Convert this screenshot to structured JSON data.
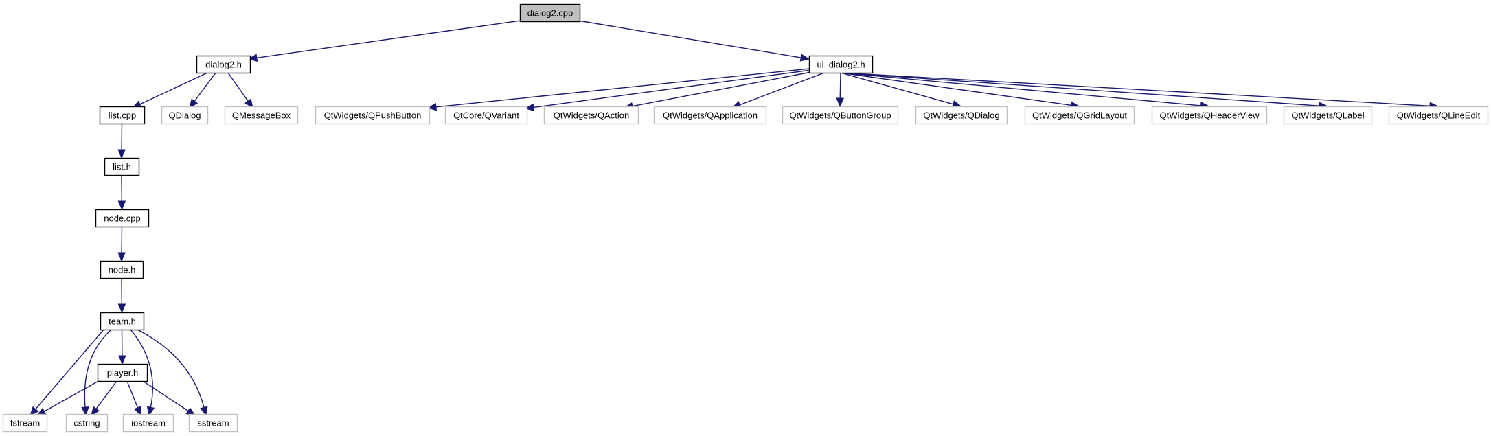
{
  "diagram": {
    "colors": {
      "edge": "#191970",
      "local_border": "#000000",
      "external_border": "#bfbfbf",
      "root_fill": "#bfbfbf"
    },
    "nodes": [
      {
        "id": "dialog2_cpp",
        "label": "dialog2.cpp",
        "kind": "root"
      },
      {
        "id": "dialog2_h",
        "label": "dialog2.h",
        "kind": "local"
      },
      {
        "id": "ui_dialog2_h",
        "label": "ui_dialog2.h",
        "kind": "local"
      },
      {
        "id": "list_cpp",
        "label": "list.cpp",
        "kind": "local"
      },
      {
        "id": "qdialog",
        "label": "QDialog",
        "kind": "external"
      },
      {
        "id": "qmessagebox",
        "label": "QMessageBox",
        "kind": "external"
      },
      {
        "id": "qw_qpushbutton",
        "label": "QtWidgets/QPushButton",
        "kind": "external"
      },
      {
        "id": "qc_qvariant",
        "label": "QtCore/QVariant",
        "kind": "external"
      },
      {
        "id": "qw_qaction",
        "label": "QtWidgets/QAction",
        "kind": "external"
      },
      {
        "id": "qw_qapplication",
        "label": "QtWidgets/QApplication",
        "kind": "external"
      },
      {
        "id": "qw_qbuttongroup",
        "label": "QtWidgets/QButtonGroup",
        "kind": "external"
      },
      {
        "id": "qw_qdialog",
        "label": "QtWidgets/QDialog",
        "kind": "external"
      },
      {
        "id": "qw_qgridlayout",
        "label": "QtWidgets/QGridLayout",
        "kind": "external"
      },
      {
        "id": "qw_qheaderview",
        "label": "QtWidgets/QHeaderView",
        "kind": "external"
      },
      {
        "id": "qw_qlabel",
        "label": "QtWidgets/QLabel",
        "kind": "external"
      },
      {
        "id": "qw_qlineedit",
        "label": "QtWidgets/QLineEdit",
        "kind": "external"
      },
      {
        "id": "list_h",
        "label": "list.h",
        "kind": "local"
      },
      {
        "id": "node_cpp",
        "label": "node.cpp",
        "kind": "local"
      },
      {
        "id": "node_h",
        "label": "node.h",
        "kind": "local"
      },
      {
        "id": "team_h",
        "label": "team.h",
        "kind": "local"
      },
      {
        "id": "player_h",
        "label": "player.h",
        "kind": "local"
      },
      {
        "id": "fstream",
        "label": "fstream",
        "kind": "external"
      },
      {
        "id": "cstring",
        "label": "cstring",
        "kind": "external"
      },
      {
        "id": "iostream",
        "label": "iostream",
        "kind": "external"
      },
      {
        "id": "sstream",
        "label": "sstream",
        "kind": "external"
      }
    ],
    "edges": [
      {
        "from": "dialog2_cpp",
        "to": "dialog2_h"
      },
      {
        "from": "dialog2_cpp",
        "to": "ui_dialog2_h"
      },
      {
        "from": "dialog2_h",
        "to": "list_cpp"
      },
      {
        "from": "dialog2_h",
        "to": "qdialog"
      },
      {
        "from": "dialog2_h",
        "to": "qmessagebox"
      },
      {
        "from": "ui_dialog2_h",
        "to": "qw_qpushbutton"
      },
      {
        "from": "ui_dialog2_h",
        "to": "qc_qvariant"
      },
      {
        "from": "ui_dialog2_h",
        "to": "qw_qaction"
      },
      {
        "from": "ui_dialog2_h",
        "to": "qw_qapplication"
      },
      {
        "from": "ui_dialog2_h",
        "to": "qw_qbuttongroup"
      },
      {
        "from": "ui_dialog2_h",
        "to": "qw_qdialog"
      },
      {
        "from": "ui_dialog2_h",
        "to": "qw_qgridlayout"
      },
      {
        "from": "ui_dialog2_h",
        "to": "qw_qheaderview"
      },
      {
        "from": "ui_dialog2_h",
        "to": "qw_qlabel"
      },
      {
        "from": "ui_dialog2_h",
        "to": "qw_qlineedit"
      },
      {
        "from": "list_cpp",
        "to": "list_h"
      },
      {
        "from": "list_h",
        "to": "node_cpp"
      },
      {
        "from": "node_cpp",
        "to": "node_h"
      },
      {
        "from": "node_h",
        "to": "team_h"
      },
      {
        "from": "team_h",
        "to": "player_h"
      },
      {
        "from": "team_h",
        "to": "fstream"
      },
      {
        "from": "team_h",
        "to": "cstring"
      },
      {
        "from": "team_h",
        "to": "iostream"
      },
      {
        "from": "team_h",
        "to": "sstream"
      },
      {
        "from": "player_h",
        "to": "fstream"
      },
      {
        "from": "player_h",
        "to": "cstring"
      },
      {
        "from": "player_h",
        "to": "iostream"
      },
      {
        "from": "player_h",
        "to": "sstream"
      }
    ]
  }
}
